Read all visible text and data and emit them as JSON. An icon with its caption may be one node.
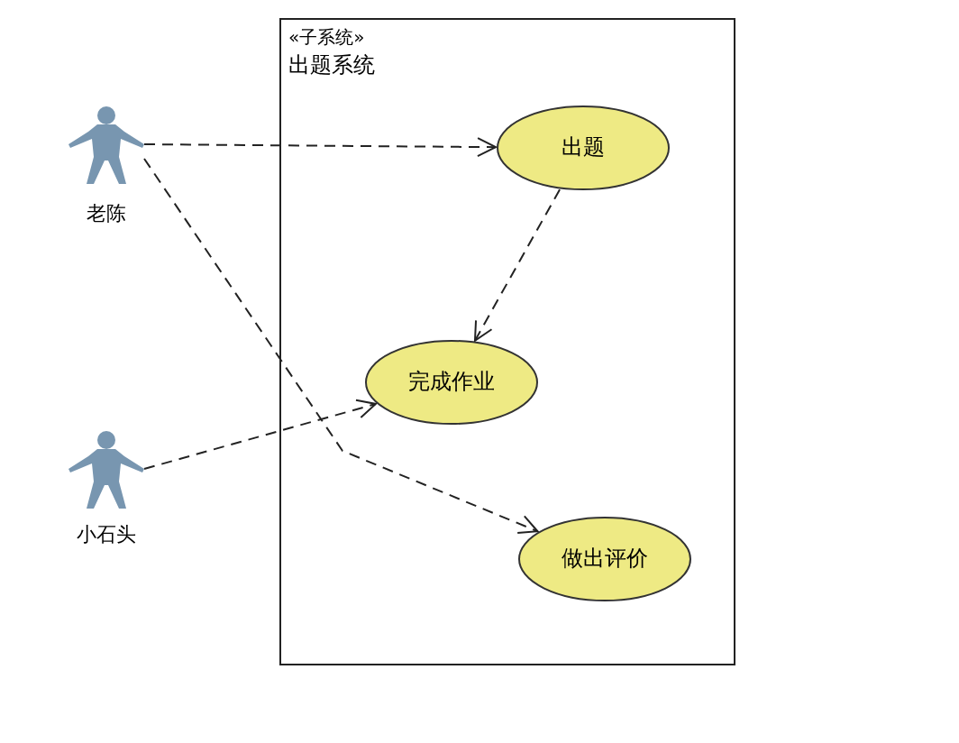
{
  "diagram": {
    "nodes": [
      {
        "text": [
          "老陈"
        ]
      },
      {
        "text": [
          "«子系统»",
          "出题系统"
        ]
      },
      {
        "text": [
          "出题"
        ],
        "in": 1
      },
      {
        "text": [
          "完成作业"
        ],
        "in": 1
      },
      {
        "text": [
          "小石头"
        ]
      },
      {
        "text": [
          "做出评价"
        ],
        "in": 1
      }
    ],
    "edges": [
      {
        "from": 0,
        "to": 2,
        "arrow": "to",
        "style": "dashed"
      },
      {
        "from": 2,
        "to": 3,
        "arrow": "to",
        "style": "dashed"
      },
      {
        "from": 0,
        "to": 5,
        "arrow": "to",
        "style": "dashed"
      },
      {
        "from": 4,
        "to": 3,
        "arrow": "to",
        "style": "dashed"
      }
    ]
  }
}
